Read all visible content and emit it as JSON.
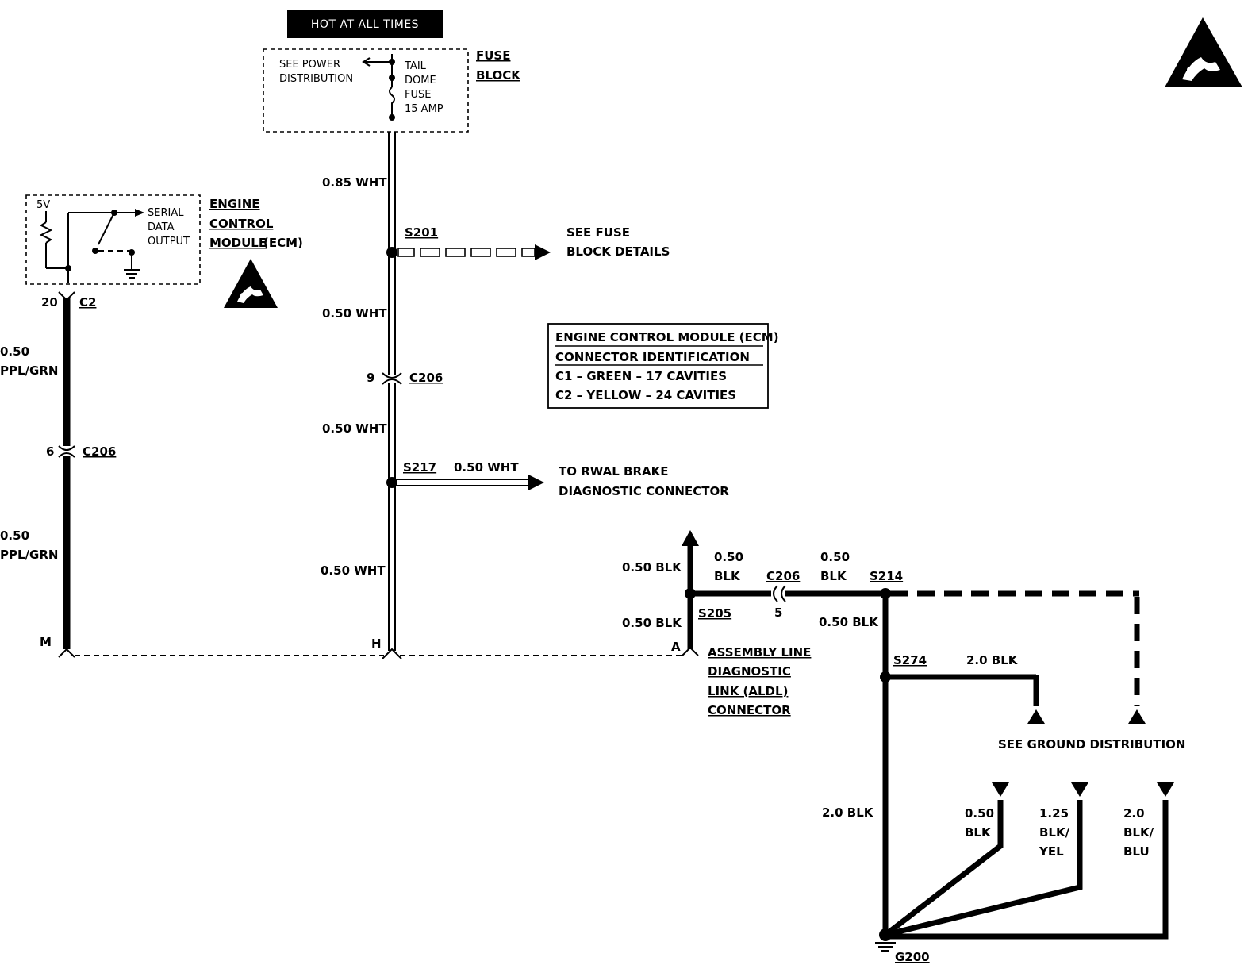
{
  "header": {
    "hot_at_all_times": "HOT AT ALL TIMES"
  },
  "fuse_block": {
    "title_line1": "FUSE",
    "title_line2": "BLOCK",
    "see_power_line1": "SEE POWER",
    "see_power_line2": "DISTRIBUTION",
    "fuse_line1": "TAIL",
    "fuse_line2": "DOME",
    "fuse_line3": "FUSE",
    "fuse_line4": "15 AMP"
  },
  "ecm": {
    "title_line1": "ENGINE",
    "title_line2": "CONTROL",
    "title_line3a": "MODULE",
    "title_line3b": " (ECM)",
    "five_v": "5V",
    "serial_line1": "SERIAL",
    "serial_line2": "DATA",
    "serial_line3": "OUTPUT",
    "pin": "20",
    "connector": "C2"
  },
  "wires": {
    "w_085_wht": "0.85 WHT",
    "w_050_wht_a": "0.50 WHT",
    "w_050_wht_b": "0.50 WHT",
    "w_050_wht_c": "0.50 WHT",
    "w_050_wht_s217": "0.50 WHT",
    "ppl_grn_a_1": "0.50",
    "ppl_grn_a_2": "PPL/GRN",
    "ppl_grn_b_1": "0.50",
    "ppl_grn_b_2": "PPL/GRN",
    "blk_up": "0.50 BLK",
    "blk_down": "0.50 BLK",
    "blk_mid_1": "0.50",
    "blk_mid_2": "BLK",
    "blk_right_1": "0.50",
    "blk_right_2": "BLK",
    "blk_s214_down": "0.50 BLK",
    "blk_s274": "2.0 BLK",
    "blk_g200": "2.0 BLK",
    "g1_1": "0.50",
    "g1_2": "BLK",
    "g2_1": "1.25",
    "g2_2": "BLK/",
    "g2_3": "YEL",
    "g3_1": "2.0",
    "g3_2": "BLK/",
    "g3_3": "BLU"
  },
  "splices": {
    "s201": "S201",
    "s217": "S217",
    "s205": "S205",
    "s214": "S214",
    "s274": "S274",
    "g200": "G200"
  },
  "connectors": {
    "c206_wht_pin": "9",
    "c206_wht": "C206",
    "c206_ppl_pin": "6",
    "c206_ppl": "C206",
    "c206_blk": "C206",
    "c206_blk_pin": "5"
  },
  "refs": {
    "see_fuse_line1": "SEE FUSE",
    "see_fuse_line2": "BLOCK DETAILS",
    "rwal_line1": "TO RWAL BRAKE",
    "rwal_line2": "DIAGNOSTIC CONNECTOR",
    "see_ground": "SEE GROUND DISTRIBUTION"
  },
  "ecm_id_box": {
    "line1": "ENGINE CONTROL MODULE (ECM)",
    "line2": "CONNECTOR IDENTIFICATION",
    "line3": "C1 – GREEN – 17 CAVITIES",
    "line4": "C2 – YELLOW – 24 CAVITIES"
  },
  "aldl": {
    "pin_m": "M",
    "pin_h": "H",
    "pin_a": "A",
    "line1": "ASSEMBLY LINE",
    "line2": "DIAGNOSTIC",
    "line3": "LINK (ALDL)",
    "line4": "CONNECTOR"
  }
}
